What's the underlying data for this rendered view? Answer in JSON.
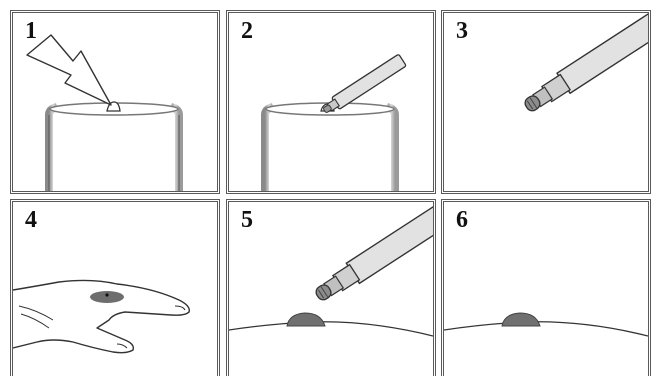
{
  "panels": [
    {
      "number": "1",
      "icon": "arrow-pointing-at-drop-on-jar"
    },
    {
      "number": "2",
      "icon": "applicator-touching-drop-on-jar"
    },
    {
      "number": "3",
      "icon": "applicator-with-loaded-tip"
    },
    {
      "number": "4",
      "icon": "hand-with-marked-spot"
    },
    {
      "number": "5",
      "icon": "applicator-over-skin-lesion"
    },
    {
      "number": "6",
      "icon": "skin-lesion-after-application"
    }
  ],
  "colors": {
    "outline": "#3a3a3a",
    "border": "#5a5a5a",
    "lesion": "#707070",
    "applicator_fill": "#e2e2e2"
  }
}
